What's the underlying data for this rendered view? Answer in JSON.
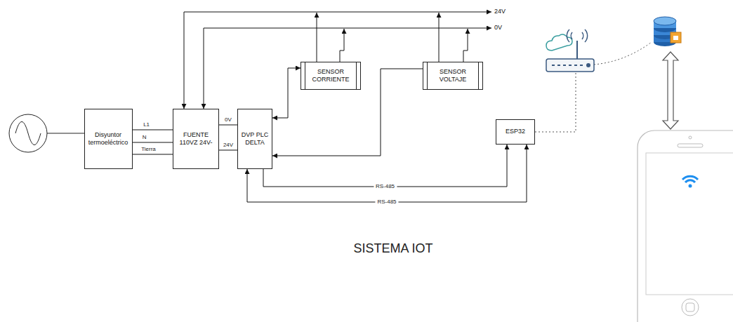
{
  "diagram": {
    "title": "SISTEMA IOT",
    "nodes": [
      {
        "text": [
          "Disyuntor termoeléctrico"
        ]
      },
      {
        "text": [
          "FUENTE 110VZ 24V-"
        ]
      },
      {
        "text": [
          "DVP PLC DELTA"
        ]
      },
      {
        "text": [
          "SENSOR CORRIENTE"
        ]
      },
      {
        "text": [
          "SENSOR VOLTAJE"
        ]
      },
      {
        "text": [
          "ESP32"
        ]
      }
    ],
    "edges": [
      {
        "from": 0,
        "to": 1,
        "arrow": "none",
        "label": "L1"
      },
      {
        "from": 0,
        "to": 1,
        "arrow": "none",
        "label": "N"
      },
      {
        "from": 0,
        "to": 1,
        "arrow": "none",
        "label": "Tierra"
      },
      {
        "from": 1,
        "to": 2,
        "arrow": "none",
        "label": "0V"
      },
      {
        "from": 1,
        "to": 2,
        "arrow": "none",
        "label": "24V"
      },
      {
        "from": 2,
        "to": 3,
        "arrow": "both"
      },
      {
        "from": 4,
        "to": 2,
        "arrow": "to"
      },
      {
        "from": 2,
        "to": 5,
        "arrow": "to",
        "label": "RS-485"
      },
      {
        "from": 5,
        "to": 2,
        "arrow": "both",
        "label": "RS-485"
      }
    ],
    "labels": [
      "24V",
      "0V"
    ]
  }
}
